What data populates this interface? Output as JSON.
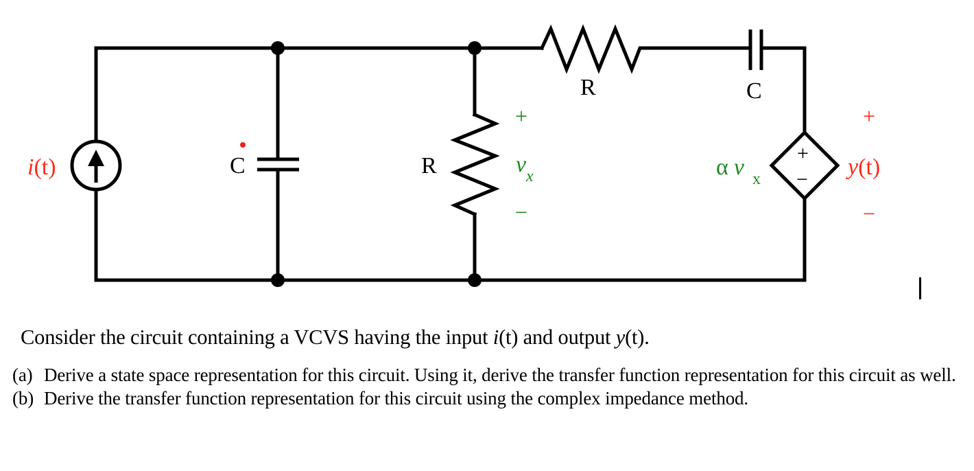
{
  "circuit": {
    "source": {
      "type": "independent current source",
      "label_i": "i",
      "label_t": "(t)",
      "direction": "up"
    },
    "shunt_capacitor": {
      "label": "C",
      "state_marker": "dot"
    },
    "shunt_resistor": {
      "label": "R"
    },
    "vx": {
      "plus": "+",
      "symbol": "v",
      "subscript": "x",
      "minus": "−"
    },
    "series_resistor": {
      "label": "R"
    },
    "series_capacitor": {
      "label": "C"
    },
    "vcvs": {
      "gain_symbol": "α",
      "v": "v",
      "subscript": "x",
      "plus": "+",
      "minus": "−"
    },
    "output": {
      "plus": "+",
      "label_y": "y",
      "label_t": "(t)",
      "minus": "−"
    },
    "colors": {
      "input": "#ff2a1a",
      "control": "#1f8a1f",
      "wire": "#000000"
    }
  },
  "problem": {
    "intro_pre": "Consider the circuit containing a VCVS  having the input ",
    "intro_i": "i",
    "intro_mid": "(t) and output ",
    "intro_y": "y",
    "intro_post": "(t).",
    "parts": [
      {
        "letter": "(a)",
        "text": "Derive a state space representation for this circuit. Using it, derive the transfer function representation for this circuit as well."
      },
      {
        "letter": "(b)",
        "text": "Derive the transfer function representation for this circuit using the complex impedance method."
      }
    ]
  }
}
